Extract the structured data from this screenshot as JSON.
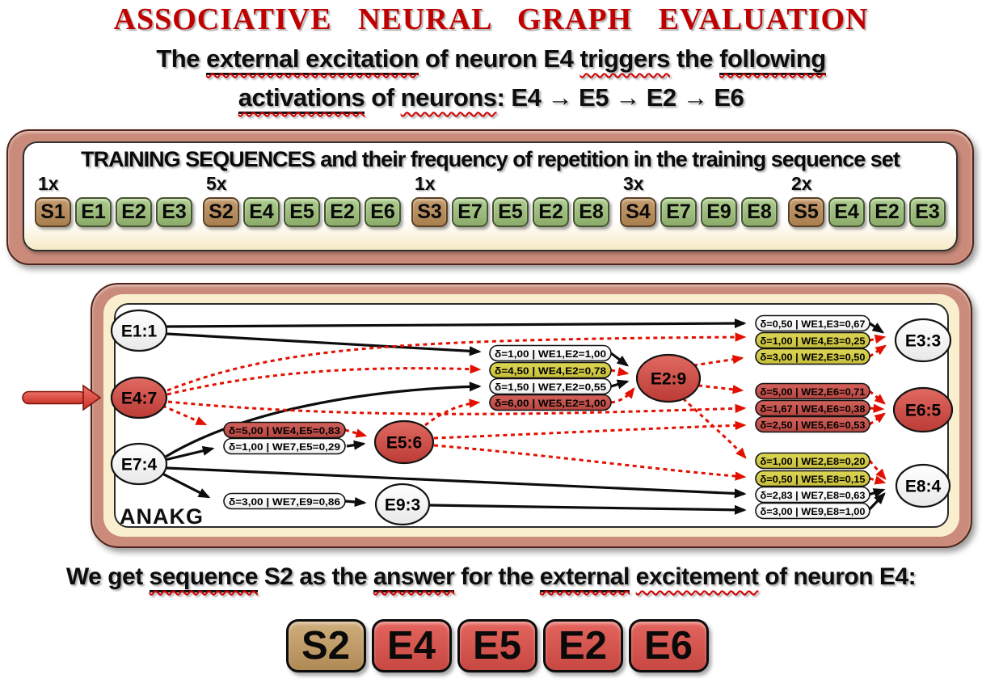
{
  "title": "ASSOCIATIVE NEURAL GRAPH EVALUATION",
  "subtitle": {
    "line1": [
      {
        "text": "The "
      },
      {
        "text": "external excitation",
        "style": "underline-wavy"
      },
      {
        "text": " of neuron E4 "
      },
      {
        "text": "triggers",
        "style": "wavy"
      },
      {
        "text": " the "
      },
      {
        "text": "following",
        "style": "underline-wavy"
      }
    ],
    "line2": [
      {
        "text": "activations",
        "style": "underline-wavy"
      },
      {
        "text": " of "
      },
      {
        "text": "neurons",
        "style": "wavy"
      },
      {
        "text": ": E4 → E5 → E2 → E6"
      }
    ]
  },
  "training": {
    "header": "TRAINING SEQUENCES and their frequency of repetition in the training sequence set",
    "groups": [
      {
        "count": "1x",
        "label": "S1",
        "items": [
          "E1",
          "E2",
          "E3"
        ]
      },
      {
        "count": "5x",
        "label": "S2",
        "items": [
          "E4",
          "E5",
          "E2",
          "E6"
        ]
      },
      {
        "count": "1x",
        "label": "S3",
        "items": [
          "E7",
          "E5",
          "E2",
          "E8"
        ]
      },
      {
        "count": "3x",
        "label": "S4",
        "items": [
          "E7",
          "E9",
          "E8"
        ]
      },
      {
        "count": "2x",
        "label": "S5",
        "items": [
          "E4",
          "E2",
          "E3"
        ]
      }
    ]
  },
  "graph": {
    "watermark": "ANAKG",
    "externally_excited_neuron": "E4",
    "nodes": [
      {
        "label": "E1:1",
        "state": "inactive"
      },
      {
        "label": "E4:7",
        "state": "activated"
      },
      {
        "label": "E7:4",
        "state": "inactive"
      },
      {
        "label": "E5:6",
        "state": "activated"
      },
      {
        "label": "E9:3",
        "state": "inactive"
      },
      {
        "label": "E2:9",
        "state": "activated"
      },
      {
        "label": "E3:3",
        "state": "inactive"
      },
      {
        "label": "E6:5",
        "state": "activated"
      },
      {
        "label": "E8:4",
        "state": "inactive"
      }
    ],
    "edges": [
      {
        "from": "E1",
        "to": "E2",
        "label": "δ=1,00 | WE1,E2=1,00",
        "color": "white"
      },
      {
        "from": "E4",
        "to": "E2",
        "label": "δ=4,50 | WE4,E2=0,78",
        "color": "yellow"
      },
      {
        "from": "E7",
        "to": "E2",
        "label": "δ=1,50 | WE7,E2=0,55",
        "color": "white"
      },
      {
        "from": "E5",
        "to": "E2",
        "label": "δ=6,00 | WE5,E2=1,00",
        "color": "red"
      },
      {
        "from": "E4",
        "to": "E5",
        "label": "δ=5,00 | WE4,E5=0,83",
        "color": "red"
      },
      {
        "from": "E7",
        "to": "E5",
        "label": "δ=1,00 | WE7,E5=0,29",
        "color": "white"
      },
      {
        "from": "E7",
        "to": "E9",
        "label": "δ=3,00 | WE7,E9=0,86",
        "color": "white"
      },
      {
        "from": "E1",
        "to": "E3",
        "label": "δ=0,50 | WE1,E3=0,67",
        "color": "white"
      },
      {
        "from": "E4",
        "to": "E3",
        "label": "δ=1,00 | WE4,E3=0,25",
        "color": "yellow"
      },
      {
        "from": "E2",
        "to": "E3",
        "label": "δ=3,00 | WE2,E3=0,50",
        "color": "yellow"
      },
      {
        "from": "E2",
        "to": "E6",
        "label": "δ=5,00 | WE2,E6=0,71",
        "color": "red"
      },
      {
        "from": "E4",
        "to": "E6",
        "label": "δ=1,67 | WE4,E6=0,38",
        "color": "red"
      },
      {
        "from": "E5",
        "to": "E6",
        "label": "δ=2,50 | WE5,E6=0,53",
        "color": "red"
      },
      {
        "from": "E2",
        "to": "E8",
        "label": "δ=1,00 | WE2,E8=0,20",
        "color": "yellow"
      },
      {
        "from": "E5",
        "to": "E8",
        "label": "δ=0,50 | WE5,E8=0,15",
        "color": "yellow"
      },
      {
        "from": "E7",
        "to": "E8",
        "label": "δ=2,83 | WE7,E8=0,63",
        "color": "white"
      },
      {
        "from": "E9",
        "to": "E8",
        "label": "δ=3,00 | WE9,E8=1,00",
        "color": "white"
      }
    ]
  },
  "conclusion": {
    "parts": [
      {
        "text": "We get "
      },
      {
        "text": "sequence",
        "style": "underline-wavy"
      },
      {
        "text": " S2 as the "
      },
      {
        "text": "answer",
        "style": "underline-wavy"
      },
      {
        "text": " for the "
      },
      {
        "text": "external",
        "style": "underline-wavy"
      },
      {
        "text": " "
      },
      {
        "text": "excitement",
        "style": "wavy"
      },
      {
        "text": " of neuron E4:"
      }
    ],
    "sequence": {
      "label": "S2",
      "items": [
        "E4",
        "E5",
        "E2",
        "E6"
      ]
    }
  },
  "colors": {
    "title_red": "#C00000",
    "wavy_underline": "#D00000",
    "panel_salmon": "#CA8B7B",
    "panel_border": "#4F241A",
    "panel_cream": "#F9EFCE",
    "sequence_green": "#9CBD7E",
    "sequence_brown": "#B78C5E",
    "node_active_red": "#CE4F49",
    "pill_yellow": "#D2CB48",
    "pill_red": "#C4544F",
    "edge_black": "#0D0D0D",
    "edge_active_red": "#E21000",
    "answer_red": "#D6564F",
    "answer_tan": "#C2A06A"
  }
}
